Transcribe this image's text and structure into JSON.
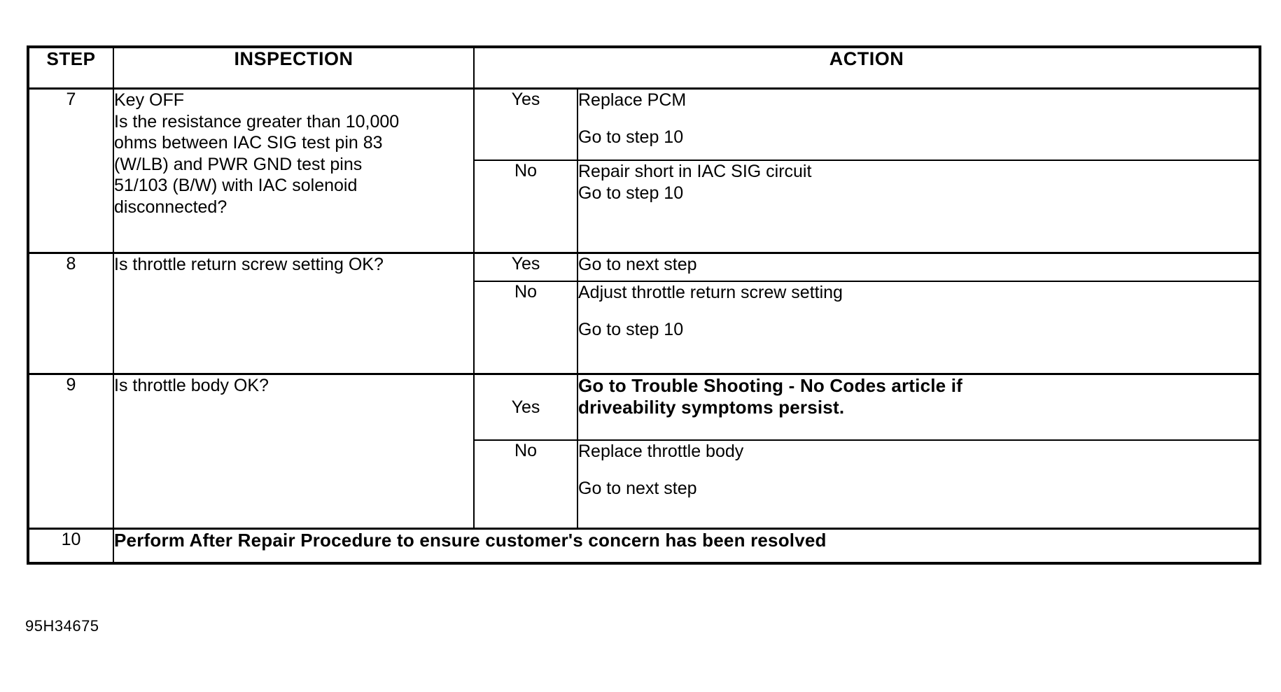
{
  "table": {
    "headers": {
      "step": "STEP",
      "inspection": "INSPECTION",
      "action": "ACTION"
    },
    "rows": [
      {
        "step": "7",
        "inspection_lines": [
          "Key OFF",
          "Is the resistance greater than 10,000",
          "ohms between IAC SIG test pin 83",
          "(W/LB) and PWR GND test pins",
          "51/103 (B/W) with IAC solenoid",
          "disconnected?"
        ],
        "branches": [
          {
            "answer": "Yes",
            "action_lines": [
              "Replace PCM",
              "",
              "Go to step 10"
            ]
          },
          {
            "answer": "No",
            "action_lines": [
              "Repair short in IAC SIG circuit",
              "Go to step 10"
            ]
          }
        ]
      },
      {
        "step": "8",
        "inspection_lines": [
          "Is throttle return screw setting OK?"
        ],
        "branches": [
          {
            "answer": "Yes",
            "action_lines": [
              "Go to next step"
            ]
          },
          {
            "answer": "No",
            "action_lines": [
              "Adjust throttle return screw setting",
              "",
              "Go to step 10"
            ]
          }
        ]
      },
      {
        "step": "9",
        "inspection_lines": [
          "Is throttle body OK?"
        ],
        "branches": [
          {
            "answer": "Yes",
            "bold": true,
            "action_lines": [
              "Go to Trouble Shooting - No Codes article if",
              "driveability symptoms persist."
            ]
          },
          {
            "answer": "No",
            "action_lines": [
              "Replace throttle body",
              "",
              "Go to next step"
            ]
          }
        ]
      }
    ],
    "final_row": {
      "step": "10",
      "text": "Perform After Repair Procedure to ensure customer's concern has been resolved"
    }
  },
  "figure_id": "95H34675"
}
